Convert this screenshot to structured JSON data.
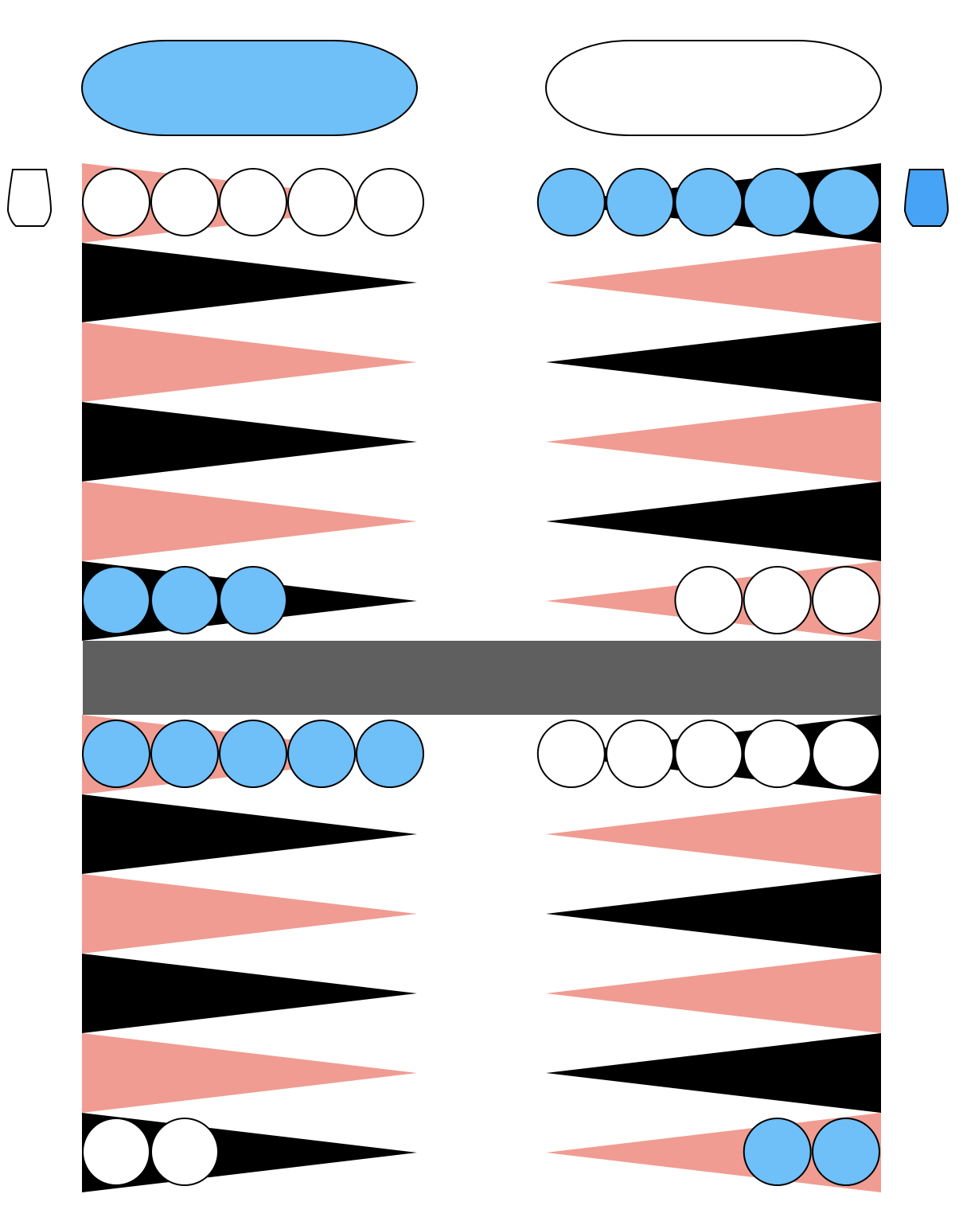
{
  "colors": {
    "pink_point": "#f09c92",
    "black_point": "#000000",
    "bar": "#5f5f5f",
    "blue_checker": "#6fbff8",
    "white_checker": "#ffffff",
    "blue_cup": "#46a3f5",
    "white_cup": "#ffffff"
  },
  "players": [
    {
      "id": "blue",
      "score_pill_active": true,
      "cup_icon": "dice-cup-icon"
    },
    {
      "id": "white",
      "score_pill_active": false,
      "cup_icon": "dice-cup-icon"
    }
  ],
  "points": [
    {
      "quadrant": "top-left",
      "slot": 0,
      "color": "pink",
      "checkers": 5,
      "owner": "white"
    },
    {
      "quadrant": "top-left",
      "slot": 1,
      "color": "black",
      "checkers": 0,
      "owner": null
    },
    {
      "quadrant": "top-left",
      "slot": 2,
      "color": "pink",
      "checkers": 0,
      "owner": null
    },
    {
      "quadrant": "top-left",
      "slot": 3,
      "color": "black",
      "checkers": 0,
      "owner": null
    },
    {
      "quadrant": "top-left",
      "slot": 4,
      "color": "pink",
      "checkers": 0,
      "owner": null
    },
    {
      "quadrant": "top-left",
      "slot": 5,
      "color": "black",
      "checkers": 3,
      "owner": "blue"
    },
    {
      "quadrant": "top-right",
      "slot": 0,
      "color": "black",
      "checkers": 5,
      "owner": "blue"
    },
    {
      "quadrant": "top-right",
      "slot": 1,
      "color": "pink",
      "checkers": 0,
      "owner": null
    },
    {
      "quadrant": "top-right",
      "slot": 2,
      "color": "black",
      "checkers": 0,
      "owner": null
    },
    {
      "quadrant": "top-right",
      "slot": 3,
      "color": "pink",
      "checkers": 0,
      "owner": null
    },
    {
      "quadrant": "top-right",
      "slot": 4,
      "color": "black",
      "checkers": 0,
      "owner": null
    },
    {
      "quadrant": "top-right",
      "slot": 5,
      "color": "pink",
      "checkers": 3,
      "owner": "white"
    },
    {
      "quadrant": "bottom-left",
      "slot": 0,
      "color": "pink",
      "checkers": 5,
      "owner": "blue"
    },
    {
      "quadrant": "bottom-left",
      "slot": 1,
      "color": "black",
      "checkers": 0,
      "owner": null
    },
    {
      "quadrant": "bottom-left",
      "slot": 2,
      "color": "pink",
      "checkers": 0,
      "owner": null
    },
    {
      "quadrant": "bottom-left",
      "slot": 3,
      "color": "black",
      "checkers": 0,
      "owner": null
    },
    {
      "quadrant": "bottom-left",
      "slot": 4,
      "color": "pink",
      "checkers": 0,
      "owner": null
    },
    {
      "quadrant": "bottom-left",
      "slot": 5,
      "color": "black",
      "checkers": 2,
      "owner": "white"
    },
    {
      "quadrant": "bottom-right",
      "slot": 0,
      "color": "black",
      "checkers": 5,
      "owner": "white"
    },
    {
      "quadrant": "bottom-right",
      "slot": 1,
      "color": "pink",
      "checkers": 0,
      "owner": null
    },
    {
      "quadrant": "bottom-right",
      "slot": 2,
      "color": "black",
      "checkers": 0,
      "owner": null
    },
    {
      "quadrant": "bottom-right",
      "slot": 3,
      "color": "pink",
      "checkers": 0,
      "owner": null
    },
    {
      "quadrant": "bottom-right",
      "slot": 4,
      "color": "black",
      "checkers": 0,
      "owner": null
    },
    {
      "quadrant": "bottom-right",
      "slot": 5,
      "color": "pink",
      "checkers": 2,
      "owner": "blue"
    }
  ]
}
